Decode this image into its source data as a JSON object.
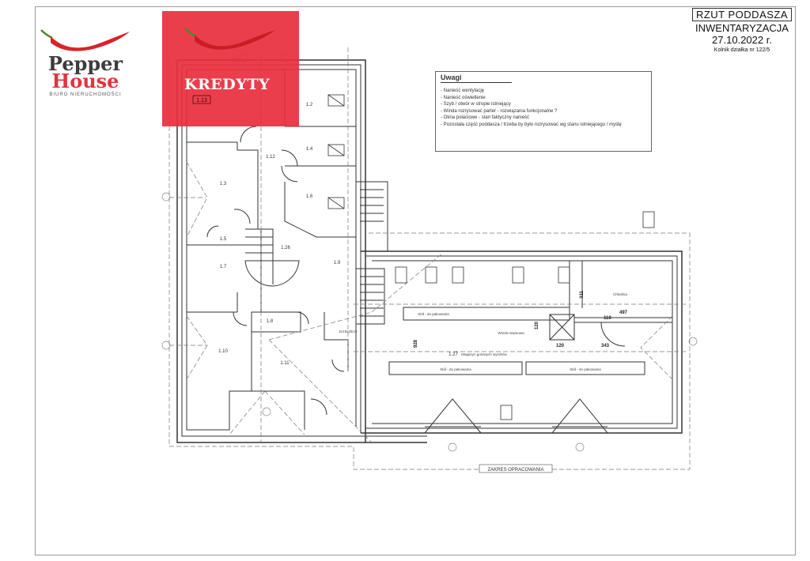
{
  "title_block": {
    "heading": "RZUT  PODDASZA",
    "subtitle": "INWENTARYZACJA",
    "date": "27.10.2022 r.",
    "location": "Kolnik  działka  nr 122/5"
  },
  "notes": {
    "title": "Uwagi",
    "items": [
      "- Nanieść  wentylację",
      "- Nanieść oświetlenie",
      "- Szyb / otwór w stropie istniejący",
      "- Winda rozrysować parter - rozwiązania funkcjonalne ?",
      "- Okna połaciowe - stan faktyczny nanieść",
      "- Pozostała część poddasza / trzeba by było rozrysować wg stanu istniejącego / myślę"
    ]
  },
  "logo": {
    "line1": "Pepper",
    "line2": "House",
    "tagline": "BIURO NIERUCHOMOŚCI"
  },
  "banner": {
    "label": "KREDYTY",
    "color": "#e82e3e"
  },
  "rooms": {
    "r12": "1.2",
    "r13": "1.3",
    "r14": "1.4",
    "r15": "1.5",
    "r16": "1.6",
    "r17": "1.7",
    "r18": "1.8",
    "r19": "1.9",
    "r110": "1.10",
    "r111": "1.11",
    "r112": "1.12",
    "r113": "1.13",
    "r126": "1.26",
    "r127": "1.27"
  },
  "annotations": {
    "table1": "Stół - do pakowania",
    "table2": "Stół - do pakowania",
    "table3": "Stół - do pakowania",
    "lift": "Winda towarowa",
    "cold": "Chłodnia",
    "store": "Magazyn  gotowych wyrobów",
    "vent": "2x15x25cm",
    "scope": "ZAKRES  OPRACOWANIA"
  },
  "dimensions": {
    "d311": "311",
    "d497": "497",
    "d110": "110",
    "d120a": "120",
    "d343": "343",
    "d120b": "120",
    "d928": "928"
  }
}
